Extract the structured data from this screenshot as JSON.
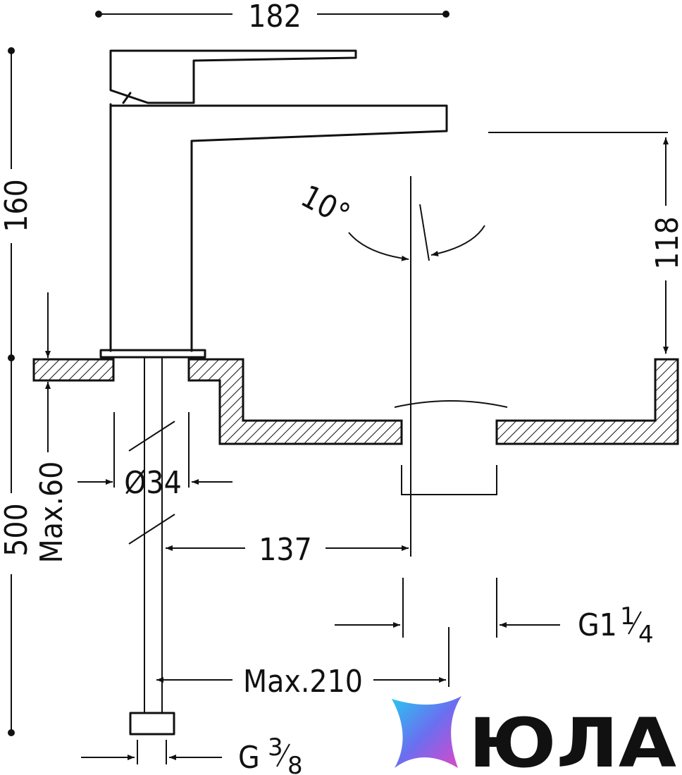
{
  "dimensions": {
    "width_total": "182",
    "height_total": "160",
    "spout_height": "118",
    "angle": "10°",
    "hole_diameter": "Ø34",
    "max_thickness": "Max.60",
    "hose_length": "500",
    "reach": "137",
    "max_reach": "Max.210",
    "drain_thread_prefix": "G1",
    "drain_thread_num": "1",
    "drain_thread_den": "4",
    "supply_thread_prefix": "G",
    "supply_thread_num": "3",
    "supply_thread_den": "8"
  },
  "watermark": {
    "brand": "ЮЛА"
  }
}
